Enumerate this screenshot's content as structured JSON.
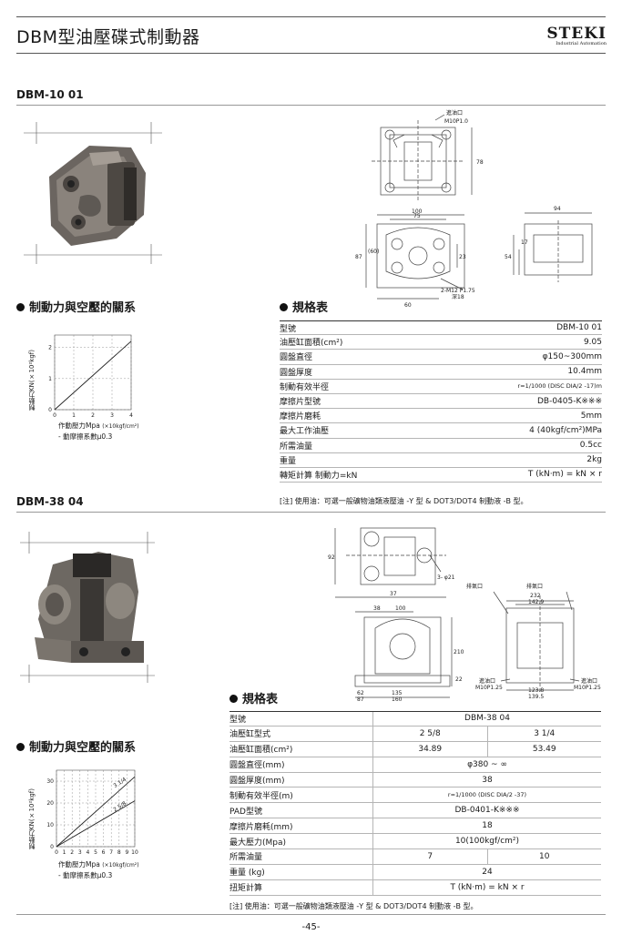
{
  "header": {
    "title": "DBM型油壓碟式制動器",
    "logo_text": "STEKI",
    "logo_sub": "Industrial Automation"
  },
  "section1": {
    "model": "DBM-10  01",
    "chart_heading": "制動力與空壓的關系",
    "spec_heading": "規格表",
    "drawing_labels": {
      "port": "進油口",
      "port_thread": "M10P1.0",
      "dim_78": "78",
      "dim_100": "100",
      "dim_75": "75",
      "dim_87": "87",
      "dim_60b": "(60)",
      "dim_23": "23",
      "dim_60": "60",
      "bolt": "2-M12 P1.75",
      "bolt_depth": "深18",
      "dim_94": "94",
      "dim_54": "54",
      "dim_17": "17"
    },
    "specs": [
      {
        "k": "型號",
        "v": "DBM-10 01"
      },
      {
        "k": "油壓缸面積(cm²)",
        "v": "9.05"
      },
      {
        "k": "圓盤直徑",
        "v": "φ150~300mm"
      },
      {
        "k": "圓盤厚度",
        "v": "10.4mm"
      },
      {
        "k": "制動有效半徑",
        "v": "r=1/1000 (DISC DIA/2 -17)m"
      },
      {
        "k": "摩擦片型號",
        "v": "DB-0405-K※※※"
      },
      {
        "k": "摩擦片磨耗",
        "v": "5mm"
      },
      {
        "k": "最大工作油壓",
        "v": "4 (40kgf/cm²)MPa"
      },
      {
        "k": "所需油量",
        "v": "0.5cc"
      },
      {
        "k": "重量",
        "v": "2kg"
      },
      {
        "k": "轉矩計算  制動力=kN",
        "v": "T (kN·m) = kN × r"
      }
    ],
    "note": "[注]  使用油：可選一般礦物油類液壓油 -Y 型 & DOT3/DOT4 制動液 -B 型。",
    "chart_caption_1": "作動壓力Mpa",
    "chart_caption_unit": "(×10kgf/cm²)",
    "chart_caption_2": "- 動摩擦系數μ0.3",
    "chart_ylabel": "制動力KN",
    "chart_ylabel_unit": "(×10²kgf)"
  },
  "section2": {
    "model": "DBM-38  04",
    "chart_heading": "制動力與空壓的關系",
    "spec_heading": "規格表",
    "drawing_labels": {
      "dim_92": "92",
      "hole": "3- φ21",
      "dim_37": "37",
      "dim_38": "38",
      "dim_100": "100",
      "dim_210": "210",
      "dim_22": "22",
      "dim_62": "62",
      "dim_135": "135",
      "dim_87": "87",
      "dim_160": "160",
      "exhaust": "排氣口",
      "exhaust2": "排氣口",
      "dim_232": "232",
      "dim_142": "142.9",
      "port": "進油口",
      "port_thread": "M10P1.25",
      "port2": "進油口",
      "port2_thread": "M10P1.25",
      "dim_123": "123.8",
      "dim_139": "139.5"
    },
    "specs": {
      "model": {
        "k": "型號",
        "v": "DBM-38  04"
      },
      "cyl_type": {
        "k": "油壓缸型式",
        "a": "2 5/8",
        "b": "3 1/4"
      },
      "cyl_area": {
        "k": "油壓缸面積(cm²)",
        "a": "34.89",
        "b": "53.49"
      },
      "disc_dia": {
        "k": "圓盤直徑(mm)",
        "v": "φ380 ~ ∞"
      },
      "disc_thk": {
        "k": "圓盤厚度(mm)",
        "v": "38"
      },
      "radius": {
        "k": "制動有效半徑(m)",
        "v": "r=1/1000 (DISC DIA/2 -37)"
      },
      "pad": {
        "k": "PAD型號",
        "v": "DB-0401-K※※※"
      },
      "wear": {
        "k": "摩擦片磨耗(mm)",
        "v": "18"
      },
      "pressure": {
        "k": "最大壓力(Mpa)",
        "v": "10(100kgf/cm²)"
      },
      "oil": {
        "k": "所需油量",
        "a": "7",
        "b": "10"
      },
      "weight": {
        "k": "重量  (kg)",
        "v": "24"
      },
      "torque": {
        "k": "扭矩計算",
        "v": "T (kN·m) = kN × r"
      }
    },
    "note": "[注]  使用油：可選一般礦物油類液壓油 -Y 型 & DOT3/DOT4 制動液 -B 型。",
    "chart_caption_1": "作動壓力Mpa",
    "chart_caption_unit": "(×10kgf/cm²)",
    "chart_caption_2": "- 動摩擦系數μ0.3",
    "chart_ylabel": "制動力KN",
    "chart_ylabel_unit": "(×10²kgf)"
  },
  "page_number": "-45-",
  "chart_data": [
    {
      "type": "line",
      "x": [
        0,
        4
      ],
      "series": [
        {
          "values": [
            0,
            2.2
          ]
        }
      ],
      "xticks": [
        "0",
        "1",
        "2",
        "3",
        "4"
      ],
      "yticks": [
        "0",
        "1",
        "2"
      ],
      "xlim": [
        0,
        4
      ],
      "ylim": [
        0,
        2.4
      ]
    },
    {
      "type": "line",
      "x": [
        0,
        10
      ],
      "series": [
        {
          "name": "3 1/4",
          "values": [
            0,
            32
          ]
        },
        {
          "name": "2 5/8",
          "values": [
            0,
            21
          ]
        }
      ],
      "xticks": [
        "0",
        "1",
        "2",
        "3",
        "4",
        "5",
        "6",
        "7",
        "8",
        "9",
        "10"
      ],
      "yticks": [
        "0",
        "10",
        "20",
        "30"
      ],
      "xlim": [
        0,
        10
      ],
      "ylim": [
        0,
        35
      ]
    }
  ]
}
